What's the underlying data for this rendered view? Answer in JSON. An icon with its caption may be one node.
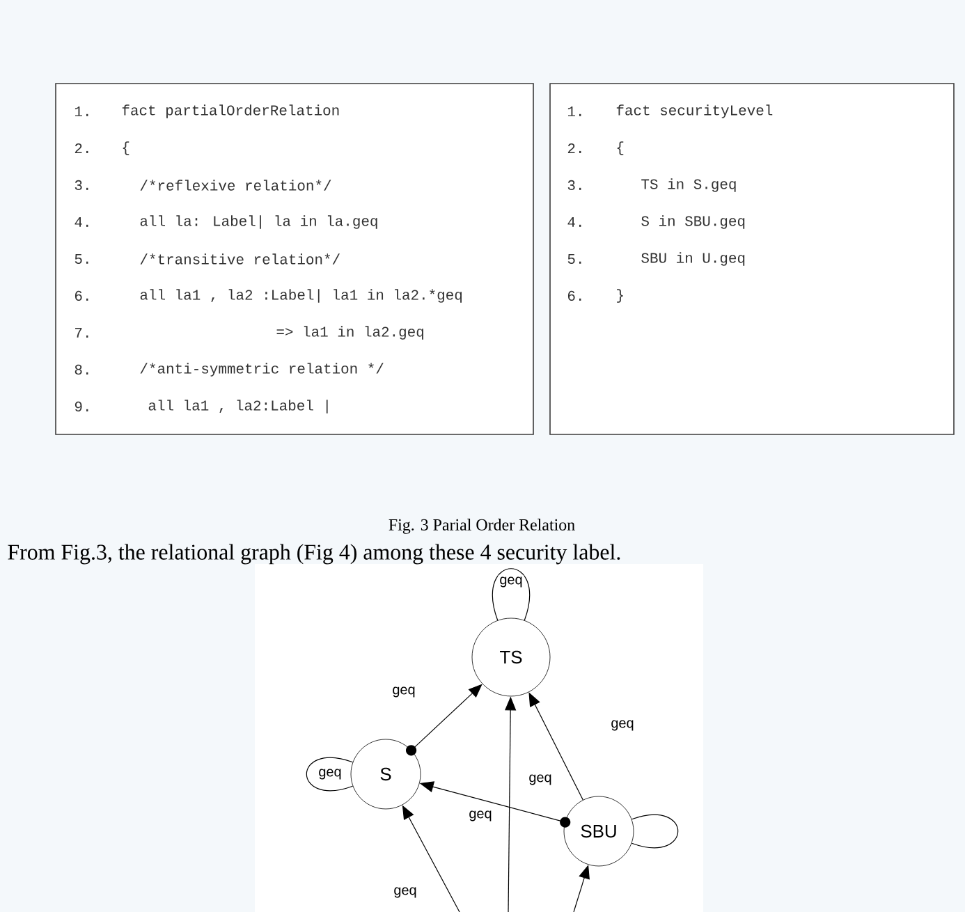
{
  "diagram": {
    "caption": "Fig. 3 Parial Order Relation",
    "nodes": [
      {
        "text": [
          "1.",
          "fact partialOrderRelation",
          "2.",
          "{",
          "3.",
          "/*reflexive",
          "relation*/",
          "4.",
          "all la: Label| la in la.geq",
          "5.",
          "/*transitive",
          "relation*/",
          "6.",
          "all la1 , la2 :Label| la1 in la2.*geq",
          "7.",
          "=> la1 in la2.geq",
          "8.",
          "/*anti-symmetric relation */",
          "9.",
          "all la1 , la2:Label |"
        ]
      },
      {
        "text": [
          "1.",
          "fact securityLevel",
          "2.",
          "{",
          "3.",
          "TS in S.geq",
          "4.",
          "S in SBU.geq",
          "5.",
          "SBU in U.geq",
          "6.",
          "}"
        ]
      },
      {
        "text": [
          "TS"
        ]
      },
      {
        "text": [
          "S"
        ]
      },
      {
        "text": [
          "SBU"
        ]
      }
    ],
    "edges": [
      {
        "from": 2,
        "to": 2,
        "arrow": "none",
        "label": "geq"
      },
      {
        "from": 3,
        "to": 2,
        "arrow": "to",
        "label": "geq"
      },
      {
        "from": 4,
        "to": 2,
        "arrow": "to",
        "label": "geq"
      },
      {
        "from": 3,
        "to": 3,
        "arrow": "none",
        "label": "geq"
      },
      {
        "from": 4,
        "to": 3,
        "arrow": "to",
        "label": "geq"
      },
      {
        "from": 4,
        "to": 4,
        "arrow": "none"
      },
      {
        "from": null,
        "to": 3,
        "arrow": "to",
        "label": "geq"
      },
      {
        "from": null,
        "to": 2,
        "arrow": "to",
        "label": "geq"
      },
      {
        "from": null,
        "to": 4,
        "arrow": "to"
      }
    ],
    "labels": [
      "From Fig.3, the relational graph (Fig 4) among these 4 security label."
    ]
  }
}
